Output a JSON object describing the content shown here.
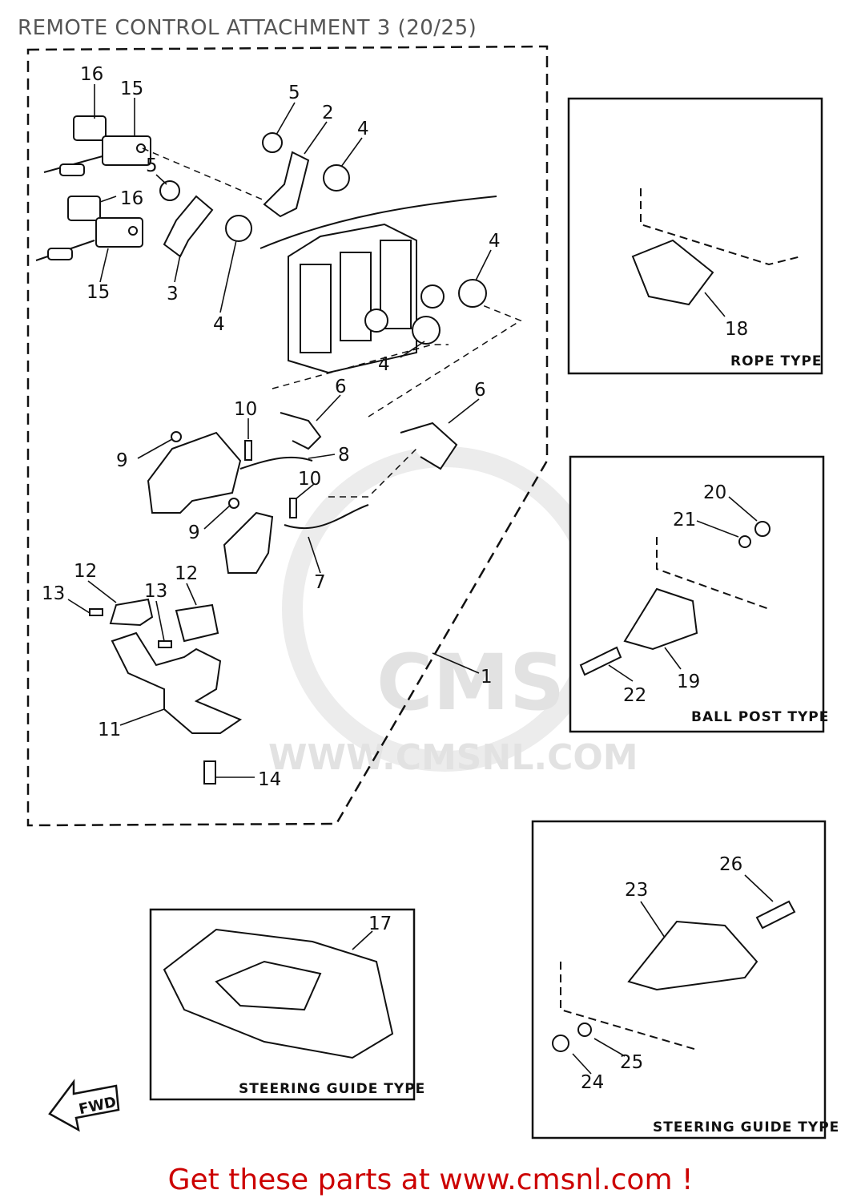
{
  "title": "REMOTE CONTROL ATTACHMENT 3 (20/25)",
  "callouts": {
    "c1": "1",
    "c2": "2",
    "c3": "3",
    "c4a": "4",
    "c4b": "4",
    "c4c": "4",
    "c4d": "4",
    "c5a": "5",
    "c5b": "5",
    "c6a": "6",
    "c6b": "6",
    "c7": "7",
    "c8": "8",
    "c9a": "9",
    "c9b": "9",
    "c10a": "10",
    "c10b": "10",
    "c11": "11",
    "c12a": "12",
    "c12b": "12",
    "c13a": "13",
    "c13b": "13",
    "c14": "14",
    "c15a": "15",
    "c15b": "15",
    "c16a": "16",
    "c16b": "16",
    "c17": "17",
    "c18": "18",
    "c19": "19",
    "c20": "20",
    "c21": "21",
    "c22": "22",
    "c23": "23",
    "c24": "24",
    "c25": "25",
    "c26": "26"
  },
  "insets": {
    "rope": "ROPE TYPE",
    "ball_post": "BALL POST TYPE",
    "steering_guide_left": "STEERING GUIDE TYPE",
    "steering_guide_right": "STEERING GUIDE TYPE"
  },
  "fwd_label": "FWD",
  "watermark": {
    "logo": "CMS",
    "url": "WWW.CMSNL.COM"
  },
  "footer": "Get these parts at www.cmsnl.com !",
  "colors": {
    "footer": "#cc0000",
    "title": "#555555",
    "watermark": "#e2e2e2",
    "ink": "#111111"
  }
}
